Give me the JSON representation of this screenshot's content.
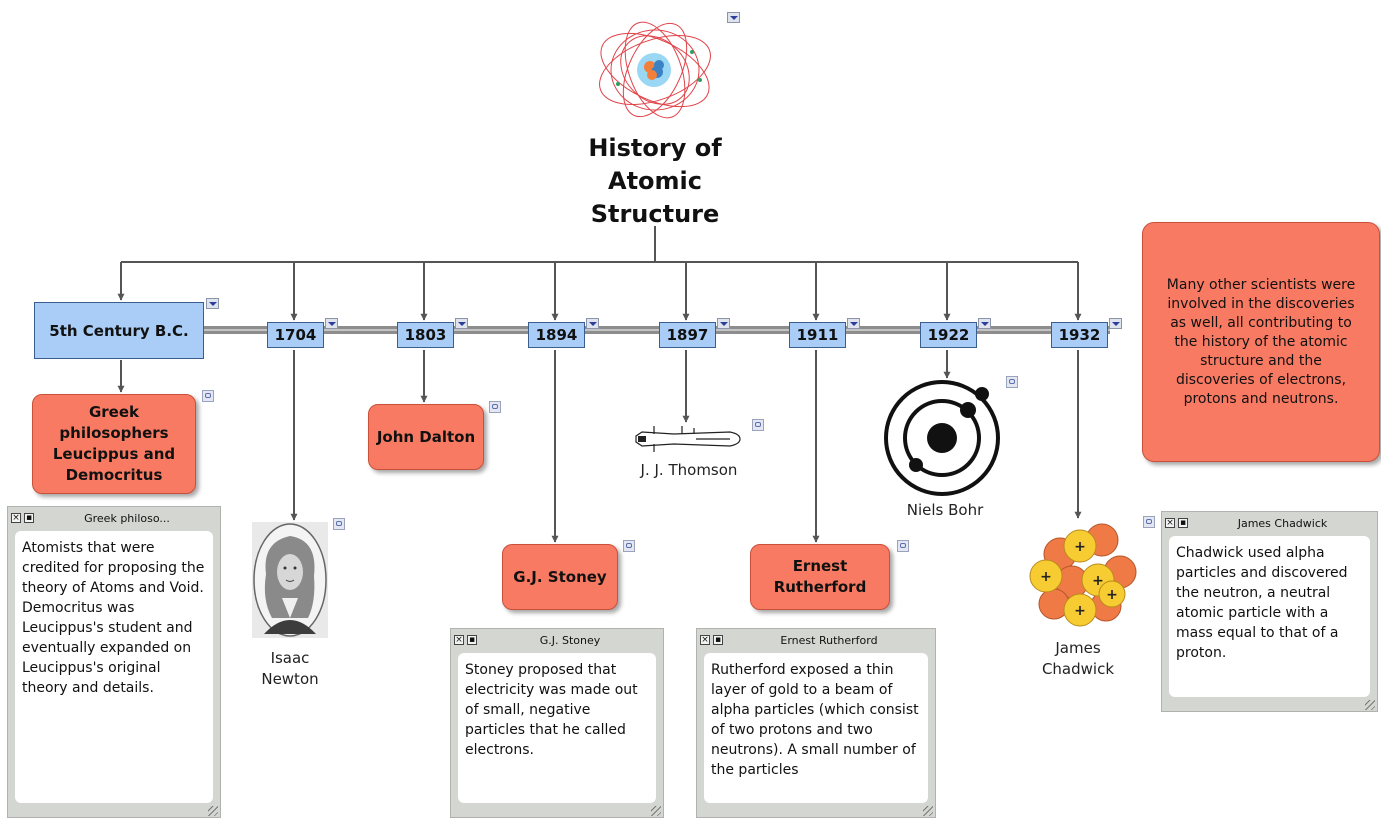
{
  "title_lines": [
    "History of",
    "Atomic",
    "Structure"
  ],
  "dates": [
    "5th Century B.C.",
    "1704",
    "1803",
    "1894",
    "1897",
    "1911",
    "1922",
    "1932"
  ],
  "events": {
    "greek": "Greek philosophers Leucippus and Democritus",
    "dalton": "John Dalton",
    "stoney": "G.J. Stoney",
    "rutherford": "Ernest Rutherford"
  },
  "captions": {
    "newton": "Isaac Newton",
    "thomson": "J. J. Thomson",
    "bohr": "Niels Bohr",
    "chadwick": "James Chadwick"
  },
  "notes": {
    "greek": {
      "title": "Greek philoso...",
      "body": "Atomists that were credited for proposing the theory of Atoms and Void. Democritus was Leucippus's student and eventually expanded on Leucippus's original theory and details."
    },
    "stoney": {
      "title": "G.J. Stoney",
      "body": "Stoney proposed that electricity was made out of small, negative particles that he called electrons."
    },
    "rutherford": {
      "title": "Ernest Rutherford",
      "body": "Rutherford exposed a thin layer of gold to a beam of alpha particles (which consist of two protons and two neutrons). A small number of the particles"
    },
    "chadwick": {
      "title": "James Chadwick",
      "body": "Chadwick used alpha particles and discovered the neutron, a neutral atomic particle with a mass equal to that of a proton."
    }
  },
  "info_box": "Many other scientists were involved in the discoveries as well, all contributing to the history of the atomic structure and the discoveries of electrons, protons and neutrons.",
  "colors": {
    "event_fill": "#f97a63",
    "date_fill": "#a9cdf6",
    "connector": "#555555",
    "note_frame": "#d4d6d2"
  }
}
